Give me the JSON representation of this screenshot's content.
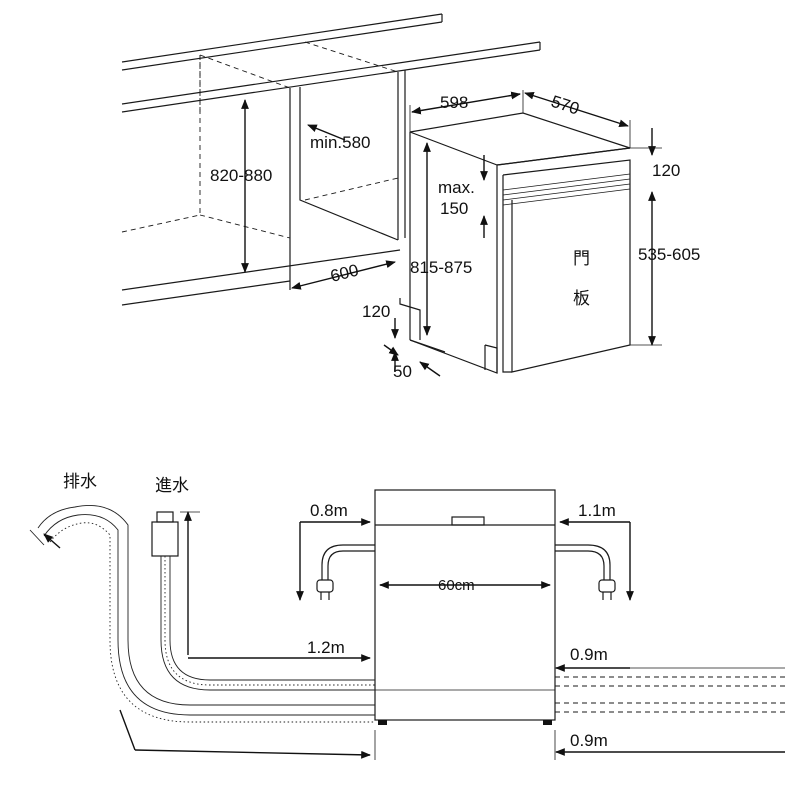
{
  "install_dims": {
    "width": "598",
    "depth": "570",
    "niche_height": "820-880",
    "min_depth": "min.580",
    "niche_width": "600",
    "appliance_height": "815-875",
    "max_label": "max.",
    "max_value": "150",
    "top_offset": "120",
    "door_height": "535-605",
    "plinth_height": "120",
    "plinth_depth": "50",
    "door_char_1": "門",
    "door_char_2": "板"
  },
  "connections": {
    "drain_label": "排水",
    "inlet_label": "進水",
    "power_left": "0.8m",
    "power_right": "1.1m",
    "unit_width": "60cm",
    "drain_hose_length": "1.2m",
    "right_length_top": "0.9m",
    "right_length_bottom": "0.9m"
  }
}
